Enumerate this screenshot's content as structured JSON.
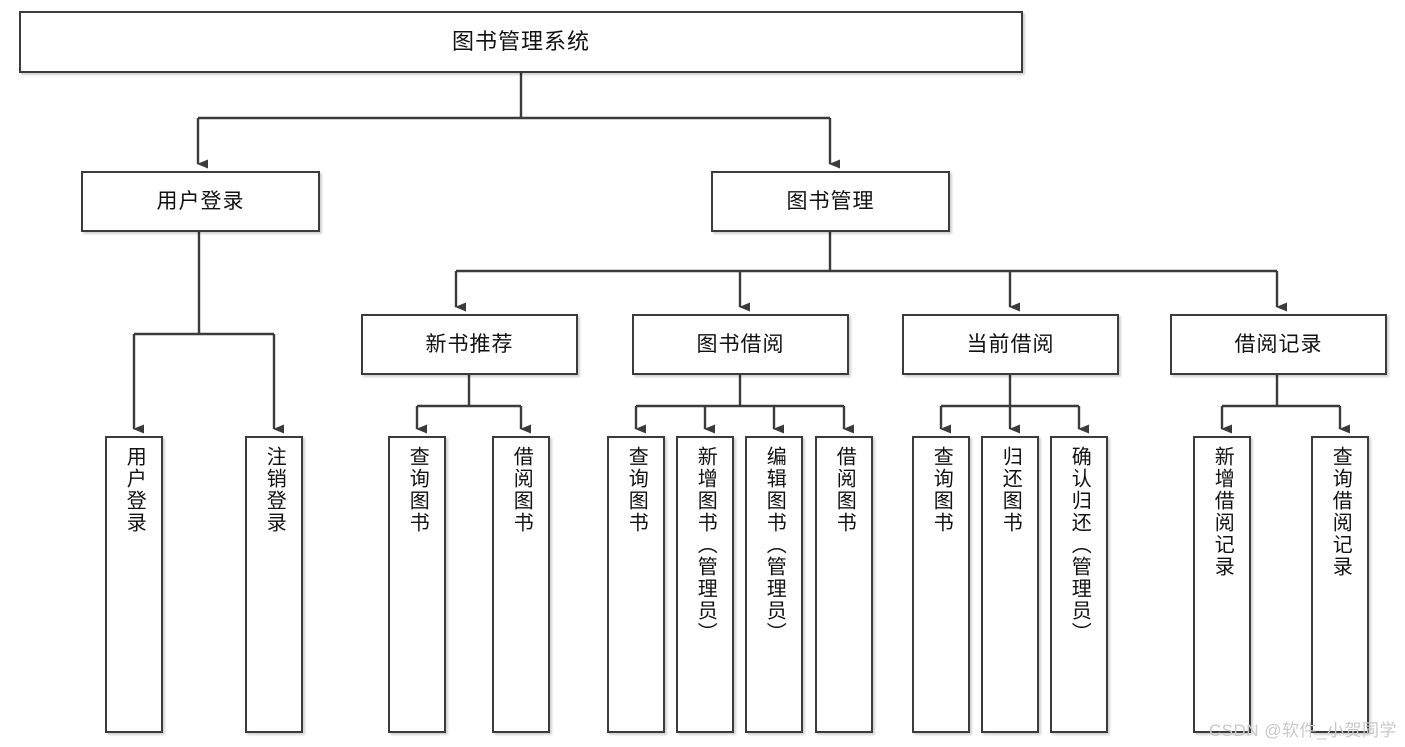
{
  "diagram": {
    "type": "tree",
    "title": "图书管理系统",
    "watermark": "CSDN @软件_小贺同学",
    "colors": {
      "node_border": "#3b3b3b",
      "node_fill": "#ffffff",
      "edge": "#3b3b3b",
      "text": "#111111",
      "watermark": "#c9c9c9",
      "background": "#ffffff"
    },
    "nodes": {
      "root": {
        "label": "图书管理系统"
      },
      "level2": [
        {
          "label": "用户登录"
        },
        {
          "label": "图书管理"
        }
      ],
      "level3": [
        {
          "label": "新书推荐"
        },
        {
          "label": "图书借阅"
        },
        {
          "label": "当前借阅"
        },
        {
          "label": "借阅记录"
        }
      ],
      "leaves_user_login": [
        {
          "label": "用户登录"
        },
        {
          "label": "注销登录"
        }
      ],
      "leaves_new_book": [
        {
          "label": "查询图书"
        },
        {
          "label": "借阅图书"
        }
      ],
      "leaves_borrow": [
        {
          "label": "查询图书"
        },
        {
          "label": "新增图书（管理员）"
        },
        {
          "label": "编辑图书（管理员）"
        },
        {
          "label": "借阅图书"
        }
      ],
      "leaves_current": [
        {
          "label": "查询图书"
        },
        {
          "label": "归还图书"
        },
        {
          "label": "确认归还（管理员）"
        }
      ],
      "leaves_records": [
        {
          "label": "新增借阅记录"
        },
        {
          "label": "查询借阅记录"
        }
      ]
    }
  }
}
